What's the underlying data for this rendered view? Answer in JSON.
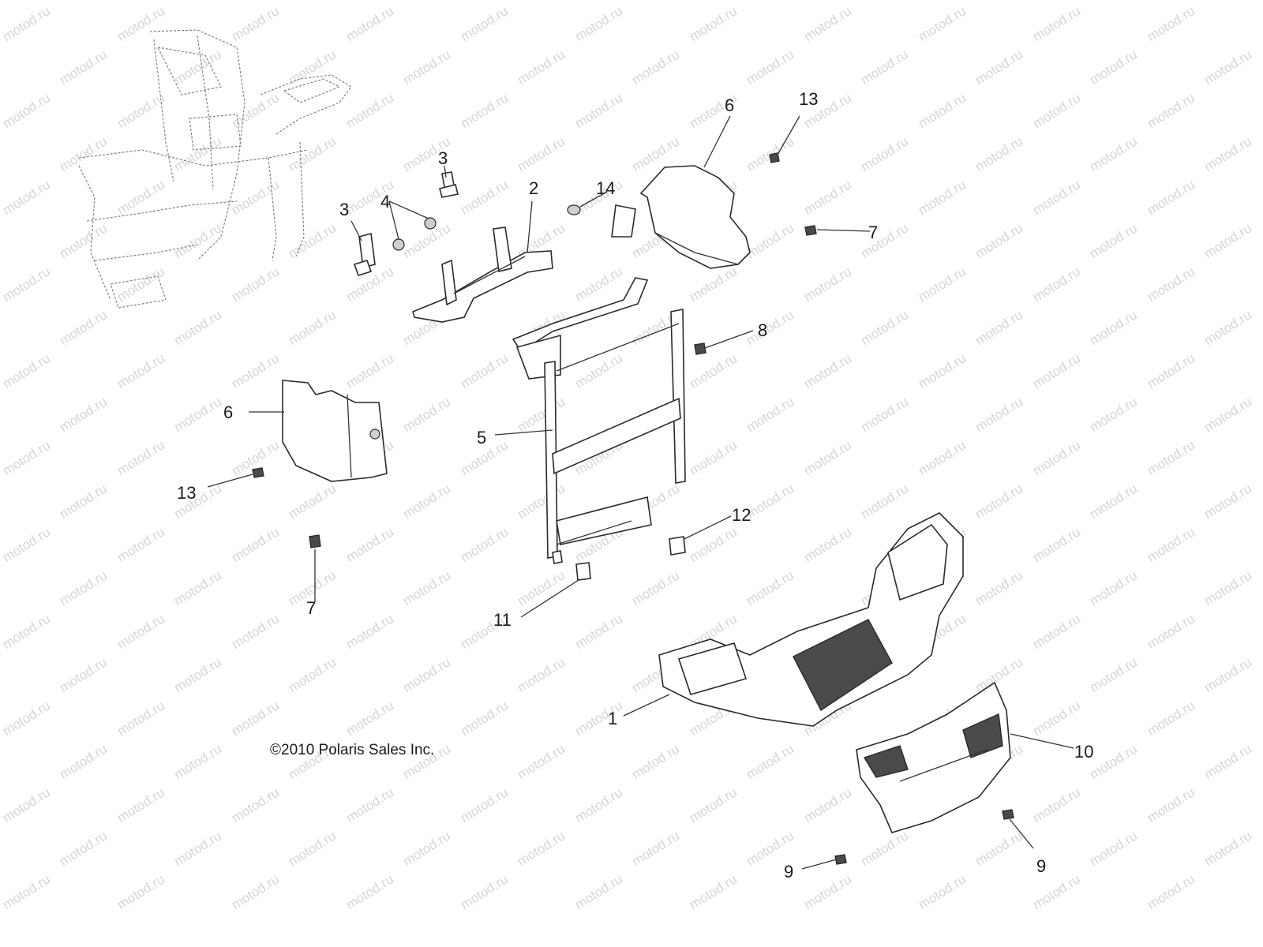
{
  "watermark": {
    "text": "motod.ru"
  },
  "copyright": "©2010 Polaris Sales Inc.",
  "callouts": [
    {
      "id": "c-1",
      "label": "1"
    },
    {
      "id": "c-2",
      "label": "2"
    },
    {
      "id": "c-3a",
      "label": "3"
    },
    {
      "id": "c-3b",
      "label": "3"
    },
    {
      "id": "c-4",
      "label": "4"
    },
    {
      "id": "c-5",
      "label": "5"
    },
    {
      "id": "c-6a",
      "label": "6"
    },
    {
      "id": "c-6b",
      "label": "6"
    },
    {
      "id": "c-7a",
      "label": "7"
    },
    {
      "id": "c-7b",
      "label": "7"
    },
    {
      "id": "c-8",
      "label": "8"
    },
    {
      "id": "c-9a",
      "label": "9"
    },
    {
      "id": "c-9b",
      "label": "9"
    },
    {
      "id": "c-10",
      "label": "10"
    },
    {
      "id": "c-11",
      "label": "11"
    },
    {
      "id": "c-12",
      "label": "12"
    },
    {
      "id": "c-13a",
      "label": "13"
    },
    {
      "id": "c-13b",
      "label": "13"
    },
    {
      "id": "c-14",
      "label": "14"
    }
  ]
}
